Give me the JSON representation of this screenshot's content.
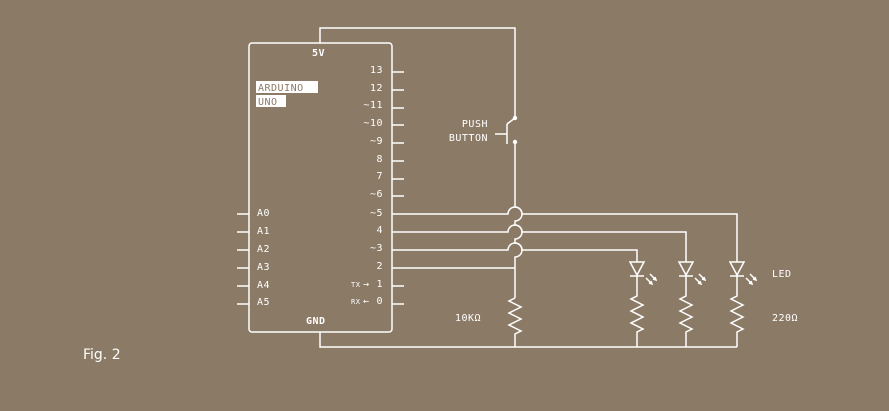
{
  "board": {
    "supply_label": "5V",
    "ground_label": "GND",
    "name_line1": "ARDUINO",
    "name_line2": "UNO",
    "digital_pins": [
      "13",
      "12",
      "~11",
      "~10",
      "~9",
      "8",
      "7",
      "~6",
      "~5",
      "4",
      "~3",
      "2",
      "1",
      "0"
    ],
    "tx_label": "TX",
    "rx_label": "RX",
    "tx_arrow": "→",
    "rx_arrow": "←",
    "analog_pins": [
      "A0",
      "A1",
      "A2",
      "A3",
      "A4",
      "A5"
    ]
  },
  "components": {
    "button_line1": "PUSH",
    "button_line2": "BUTTON",
    "pulldown_resistor": "10KΩ",
    "led_label": "LED",
    "led_resistor": "220Ω"
  },
  "caption": "Fig. 2"
}
